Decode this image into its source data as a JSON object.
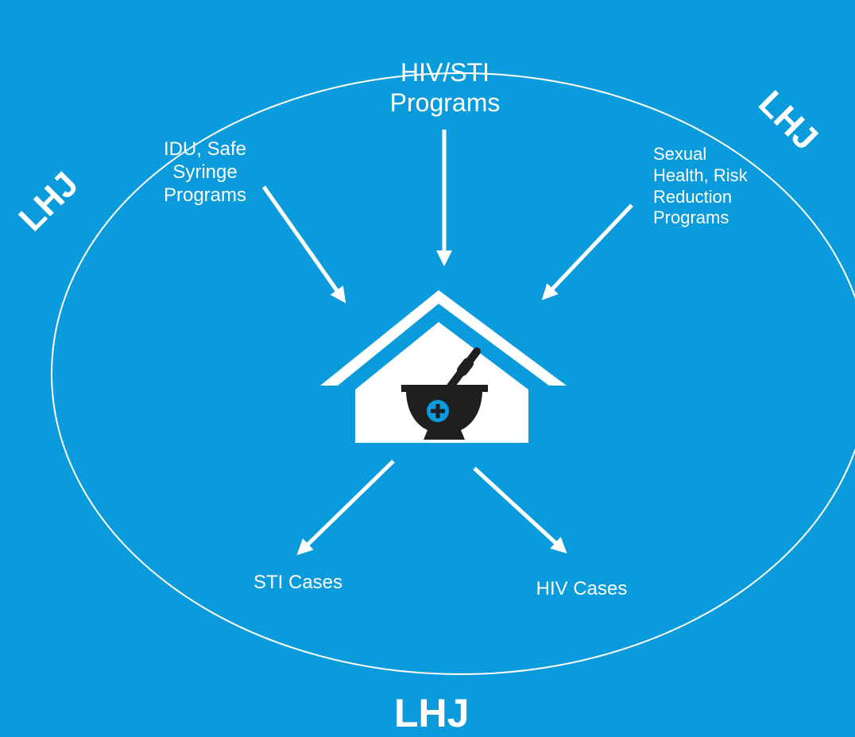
{
  "diagram": {
    "region_label_top_left": "LHJ",
    "region_label_top_right": "LHJ",
    "region_label_bottom": "LHJ",
    "programs": {
      "hiv_sti": "HIV/STI\nPrograms",
      "idu": "IDU, Safe\nSyringe\nPrograms",
      "sexual_health": "Sexual\nHealth, Risk\nReduction\nPrograms"
    },
    "outcomes": {
      "sti": "STI Cases",
      "hiv": "HIV Cases"
    },
    "center_icon": "pharmacy-house-icon"
  },
  "colors": {
    "background": "#0a9bdc",
    "foreground": "#ffffff",
    "icon_dark": "#1f1f1f"
  }
}
